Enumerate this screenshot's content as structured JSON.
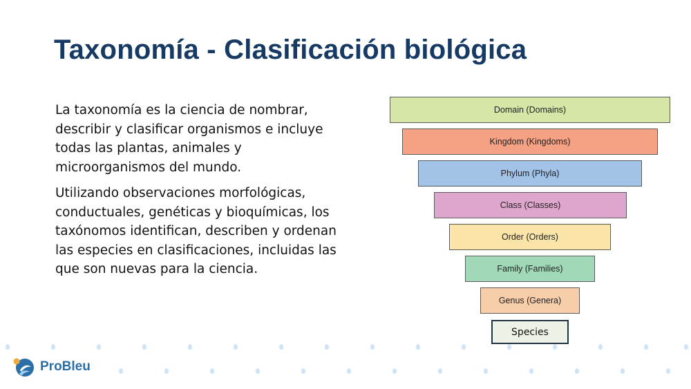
{
  "title": "Taxonomía - Clasificación biológica",
  "paragraphs": [
    "La taxonomía es la ciencia de nombrar, describir y clasificar organismos e incluye todas las plantas, animales y microorganismos del mundo.",
    "Utilizando observaciones morfológicas, conductuales, genéticas y bioquímicas, los taxónomos identifican, describen y ordenan las especies en clasificaciones, incluidas las que son nuevas para la ciencia."
  ],
  "diagram": {
    "tiers": [
      {
        "label": "Domain (Domains)",
        "color": "#d5e6a7"
      },
      {
        "label": "Kingdom (Kingdoms)",
        "color": "#f5a184"
      },
      {
        "label": "Phylum (Phyla)",
        "color": "#a3c2e8"
      },
      {
        "label": "Class (Classes)",
        "color": "#dfa6cd"
      },
      {
        "label": "Order (Orders)",
        "color": "#fbe4a8"
      },
      {
        "label": "Family (Families)",
        "color": "#a1d8b8"
      },
      {
        "label": "Genus (Genera)",
        "color": "#f8cda9"
      },
      {
        "label": "Species",
        "color": "#ecf2e6"
      }
    ]
  },
  "logo": {
    "text": "ProBleu"
  }
}
